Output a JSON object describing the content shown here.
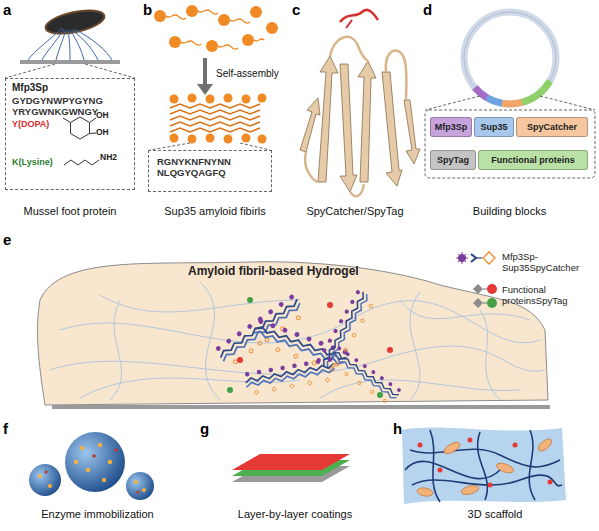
{
  "diagram": {
    "nodes": [
      {
        "text": [
          "Mfp3Sp",
          "GYDGYNWPYGYNG YRYGWNKGWNGY",
          "Y(DOPA)",
          "K(Lysine)"
        ]
      },
      {
        "text": [
          "RGNYKNFNYNN NLQGYQAGFQ"
        ]
      },
      {
        "text": [
          "Mfp3Sp"
        ]
      },
      {
        "text": [
          "Sup35"
        ]
      },
      {
        "text": [
          "SpyCatcher"
        ]
      },
      {
        "text": [
          "SpyTag"
        ]
      },
      {
        "text": [
          "Functional proteins"
        ]
      },
      {
        "text": [
          "Amyloid fibril-based Hydrogel"
        ]
      }
    ],
    "labels": [
      "a",
      "Mussel foot protein",
      "OH",
      "OH",
      "NH2",
      "b",
      "Self-assembly",
      "Sup35 amyloid fibirls",
      "c",
      "SpyCatcher/SpyTag",
      "d",
      "Building blocks",
      "e",
      "f",
      "Enzyme immobilization",
      "g",
      "Layer-by-layer coatings",
      "h",
      "3D scaffold"
    ],
    "legend": [
      {
        "text": "Mfp3Sp-Sup35SpyCatcher"
      },
      {
        "text": "Functional proteinsSpyTag"
      }
    ]
  }
}
